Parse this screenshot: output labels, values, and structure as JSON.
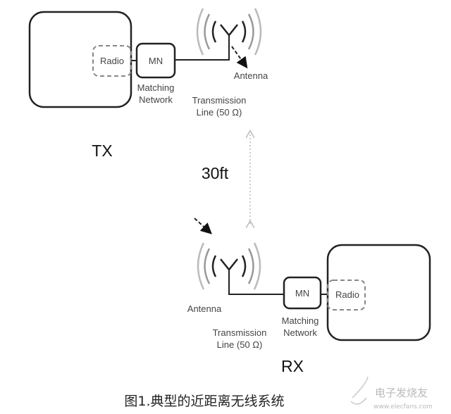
{
  "tx": {
    "label": "TX",
    "radio": "Radio",
    "mn": "MN",
    "matching_network": [
      "Matching",
      "Network"
    ],
    "transmission_line": [
      "Transmission",
      "Line (50 Ω)"
    ],
    "antenna": "Antenna"
  },
  "distance": "30ft",
  "rx": {
    "label": "RX",
    "radio": "Radio",
    "mn": "MN",
    "matching_network": [
      "Matching",
      "Network"
    ],
    "transmission_line": [
      "Transmission",
      "Line (50 Ω)"
    ],
    "antenna": "Antenna"
  },
  "caption": "图1.典型的近距离无线系统",
  "watermark": {
    "name": "电子发烧友",
    "url": "www.elecfans.com"
  }
}
